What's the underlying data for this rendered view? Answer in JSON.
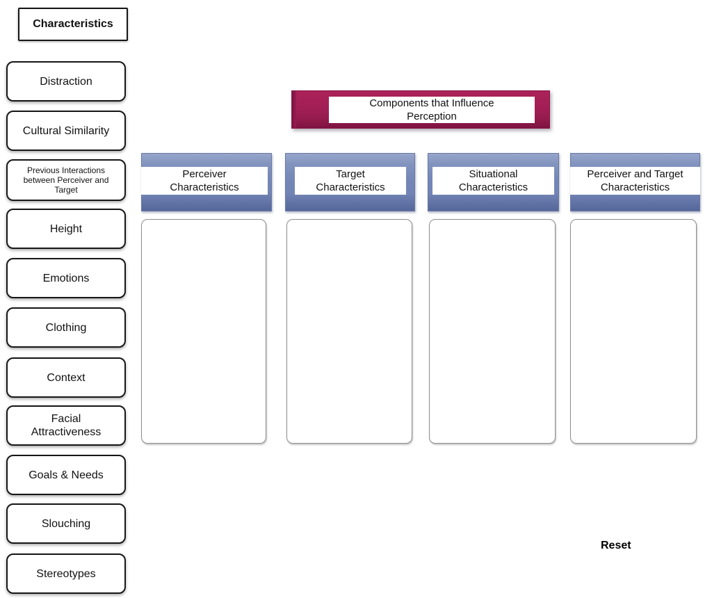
{
  "sidebar": {
    "title": "Characteristics",
    "items": [
      {
        "label": "Distraction"
      },
      {
        "label": "Cultural Similarity"
      },
      {
        "label": "Previous Interactions\nbetween Perceiver and\nTarget"
      },
      {
        "label": "Height"
      },
      {
        "label": "Emotions"
      },
      {
        "label": "Clothing"
      },
      {
        "label": "Context"
      },
      {
        "label": "Facial\nAttractiveness"
      },
      {
        "label": "Goals & Needs"
      },
      {
        "label": "Slouching"
      },
      {
        "label": "Stereotypes"
      }
    ]
  },
  "main": {
    "title": "Components that Influence\nPerception",
    "columns": [
      {
        "label": "Perceiver\nCharacteristics"
      },
      {
        "label": "Target\nCharacteristics"
      },
      {
        "label": "Situational\nCharacteristics"
      },
      {
        "label": "Perceiver and Target\nCharacteristics"
      }
    ],
    "reset_label": "Reset"
  },
  "colors": {
    "title_banner": "#a01e54",
    "column_banner": "#7285b5",
    "drop_zone_border": "#8c8c8c"
  }
}
